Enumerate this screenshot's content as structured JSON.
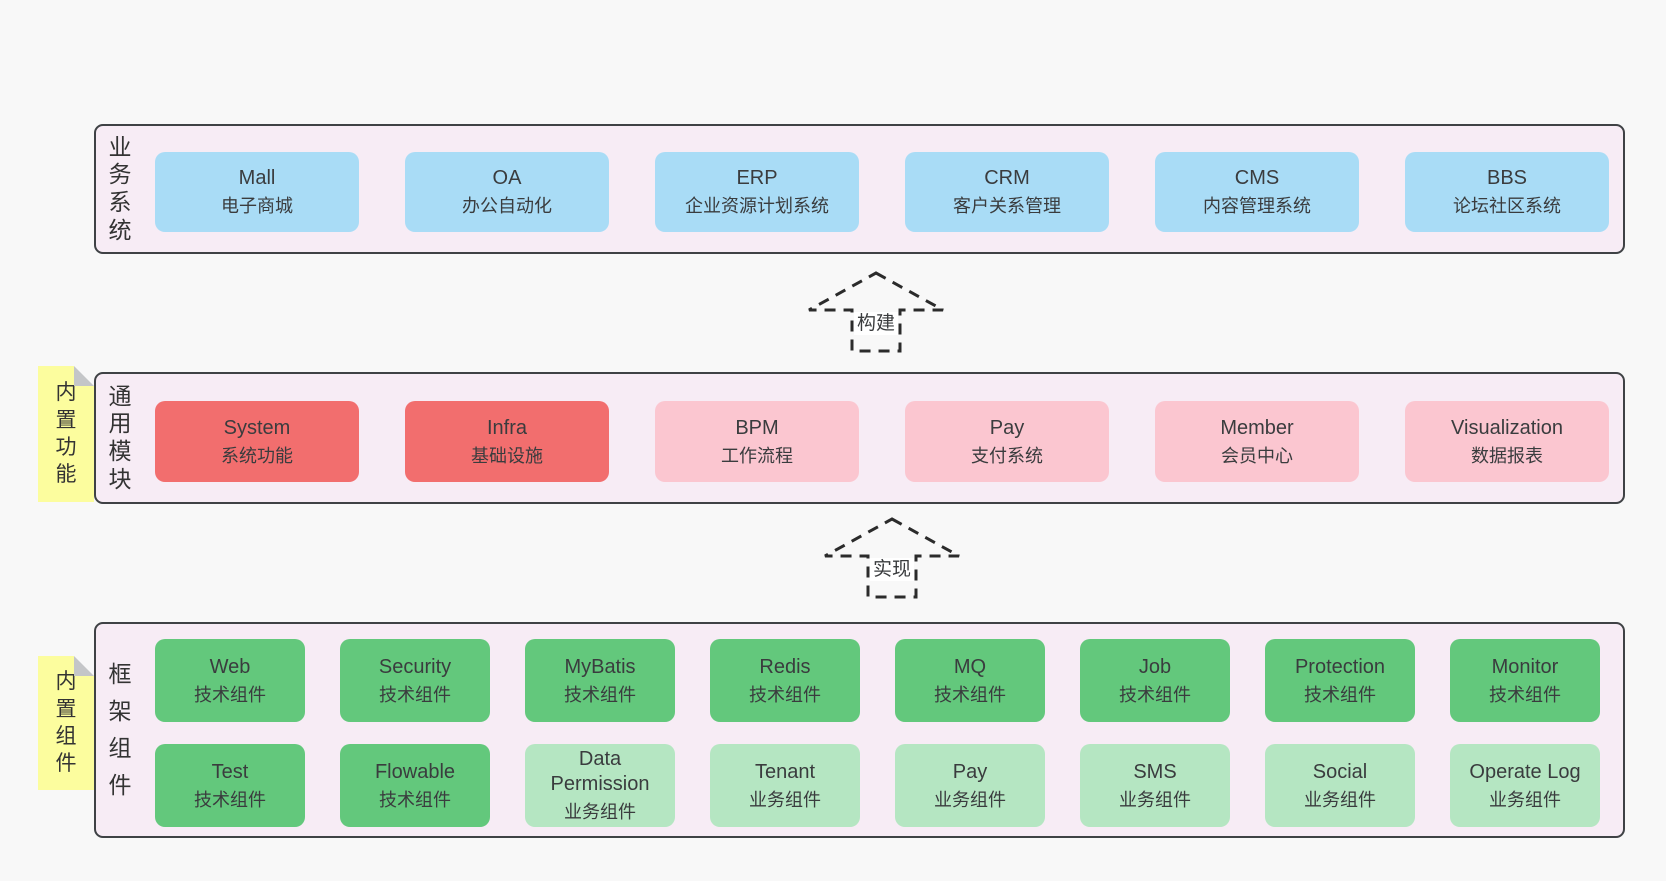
{
  "colors": {
    "page_bg": "#f8f8f8",
    "band_bg": "#f7ecf5",
    "band_border": "#3f4245",
    "box_blue": "#a9dcf6",
    "box_red": "#f26e6e",
    "box_pink": "#fbc6d0",
    "box_green": "#63c87c",
    "box_green_light": "#b5e6c2",
    "note_bg": "#fcfd9e",
    "note_fold": "#c4c6c8",
    "text": "#3a3c3e",
    "arrow": "#2b2b2b"
  },
  "layers": {
    "business": {
      "label": "业务系统",
      "boxes": [
        {
          "title": "Mall",
          "subtitle": "电子商城"
        },
        {
          "title": "OA",
          "subtitle": "办公自动化"
        },
        {
          "title": "ERP",
          "subtitle": "企业资源计划系统"
        },
        {
          "title": "CRM",
          "subtitle": "客户关系管理"
        },
        {
          "title": "CMS",
          "subtitle": "内容管理系统"
        },
        {
          "title": "BBS",
          "subtitle": "论坛社区系统"
        }
      ]
    },
    "modules": {
      "label": "通用模块",
      "note": "内置功能",
      "boxes": [
        {
          "title": "System",
          "subtitle": "系统功能"
        },
        {
          "title": "Infra",
          "subtitle": "基础设施"
        },
        {
          "title": "BPM",
          "subtitle": "工作流程"
        },
        {
          "title": "Pay",
          "subtitle": "支付系统"
        },
        {
          "title": "Member",
          "subtitle": "会员中心"
        },
        {
          "title": "Visualization",
          "subtitle": "数据报表"
        }
      ]
    },
    "components": {
      "label": "框架组件",
      "note": "内置组件",
      "row1": [
        {
          "title": "Web",
          "subtitle": "技术组件"
        },
        {
          "title": "Security",
          "subtitle": "技术组件"
        },
        {
          "title": "MyBatis",
          "subtitle": "技术组件"
        },
        {
          "title": "Redis",
          "subtitle": "技术组件"
        },
        {
          "title": "MQ",
          "subtitle": "技术组件"
        },
        {
          "title": "Job",
          "subtitle": "技术组件"
        },
        {
          "title": "Protection",
          "subtitle": "技术组件"
        },
        {
          "title": "Monitor",
          "subtitle": "技术组件"
        }
      ],
      "row2": [
        {
          "title": "Test",
          "subtitle": "技术组件"
        },
        {
          "title": "Flowable",
          "subtitle": "技术组件"
        },
        {
          "title": "Data Permission",
          "subtitle": "业务组件"
        },
        {
          "title": "Tenant",
          "subtitle": "业务组件"
        },
        {
          "title": "Pay",
          "subtitle": "业务组件"
        },
        {
          "title": "SMS",
          "subtitle": "业务组件"
        },
        {
          "title": "Social",
          "subtitle": "业务组件"
        },
        {
          "title": "Operate Log",
          "subtitle": "业务组件"
        }
      ]
    }
  },
  "arrows": {
    "build": {
      "label": "构建"
    },
    "implement": {
      "label": "实现"
    }
  }
}
